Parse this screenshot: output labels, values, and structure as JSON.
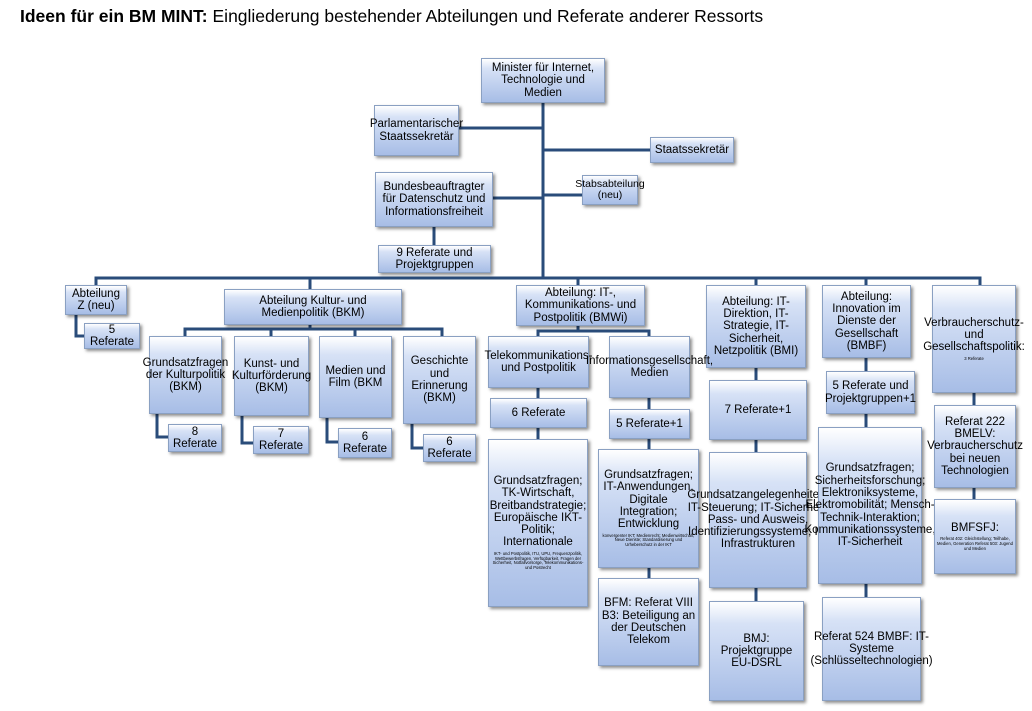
{
  "title": {
    "bold": "Ideen für ein BM MINT:",
    "rest": " Eingliederung bestehender Abteilungen und Referate anderer Ressorts"
  },
  "boxes": {
    "minister": "Minister für Internet, Technologie und Medien",
    "parl_staatssekretaer": "Parlamentarischer Staatssekretär",
    "staatssekretaer": "Staatssekretär",
    "bundesbeauftragter": "Bundesbeauftragter für Datenschutz und Informationsfreiheit",
    "stabsabteilung": "Stabsabteilung (neu)",
    "bfdi_referate": "9 Referate und Projektgruppen",
    "abt_z": "Abteilung Z (neu)",
    "abt_z_referate": "5 Referate",
    "abt_kultur": "Abteilung Kultur- und Medienpolitik (BKM)",
    "grundsatz_kultur": "Grundsatzfragen der Kulturpolitik (BKM)",
    "grundsatz_kultur_ref": "8 Referate",
    "kunst": "Kunst- und Kulturförderung (BKM)",
    "kunst_ref": "7 Referate",
    "medien_film": "Medien und Film (BKM",
    "medien_film_ref": "6 Referate",
    "geschichte": "Geschichte und Erinnerung (BKM)",
    "geschichte_ref": "6 Referate",
    "abt_it": "Abteilung: IT-, Kommunikations- und Postpolitik (BMWi)",
    "telekom": "Telekommunikations- und Postpolitik",
    "telekom_ref": "6 Referate",
    "telekom_detail": "Grundsatzfragen; TK-Wirtschaft, Breitbandstrategie; Europäische IKT-Politik; Internationale",
    "telekom_detail_small": "IKT- und Postpolitik, ITU, UPU, Frequenzpolitik, Wettbewerbsfragen, Verfügbarkeit, Fragen der Sicherheit, Notfallvorsorge, Telekommunikations- und Postrecht",
    "infoges": "Informationsgesellschaft, Medien",
    "infoges_ref": "5 Referate+1",
    "infoges_detail": "Grundsatzfragen; IT-Anwendungen, Digitale Integration; Entwicklung",
    "infoges_detail_small": "konvergenter IKT; Medienrecht; Medienwirtschaft; Neue Dienste; Standardisierung und Urheberschutz in der IKT",
    "bfm": "BFM: Referat VIII B3: Beteiligung an der Deutschen Telekom",
    "abt_it_direktion": "Abteilung: IT-Direktion, IT-Strategie, IT-Sicherheit, Netzpolitik (BMI)",
    "bmi_ref": "7 Referate+1",
    "bmi_detail": "Grundsatzangelegenheiten; IT-Steuerung; IT-Sicherheit; Pass- und Ausweis, Identifizierungssysteme; IT-Infrastrukturen",
    "bmj": "BMJ: Projektgruppe EU-DSRL",
    "abt_innovation": "Abteilung: Innovation im Dienste der Gesellschaft (BMBF)",
    "bmbf_ref": "5 Referate und Projektgruppen+1",
    "bmbf_detail": "Grundsatzfragen; Sicherheitsforschung; Elektroniksysteme, Elektromobilität; Mensch-Technik-Interaktion; Kommunikationssysteme, IT-Sicherheit",
    "referat524": "Referat 524 BMBF: IT-Systeme (Schlüsseltechnologien)",
    "verbraucher": "Verbraucherschutz- und Gesellschaftspolitik:",
    "verbraucher_small": "3 Referate",
    "referat222": "Referat 222 BMELV: Verbraucherschutz bei neuen Technologien",
    "bmfsfj": "BMFSFJ:",
    "bmfsfj_small": "Referat 402: Gleichstellung; Teilhabe, Medien, Generation Referat 503: Jugend und Medien"
  }
}
